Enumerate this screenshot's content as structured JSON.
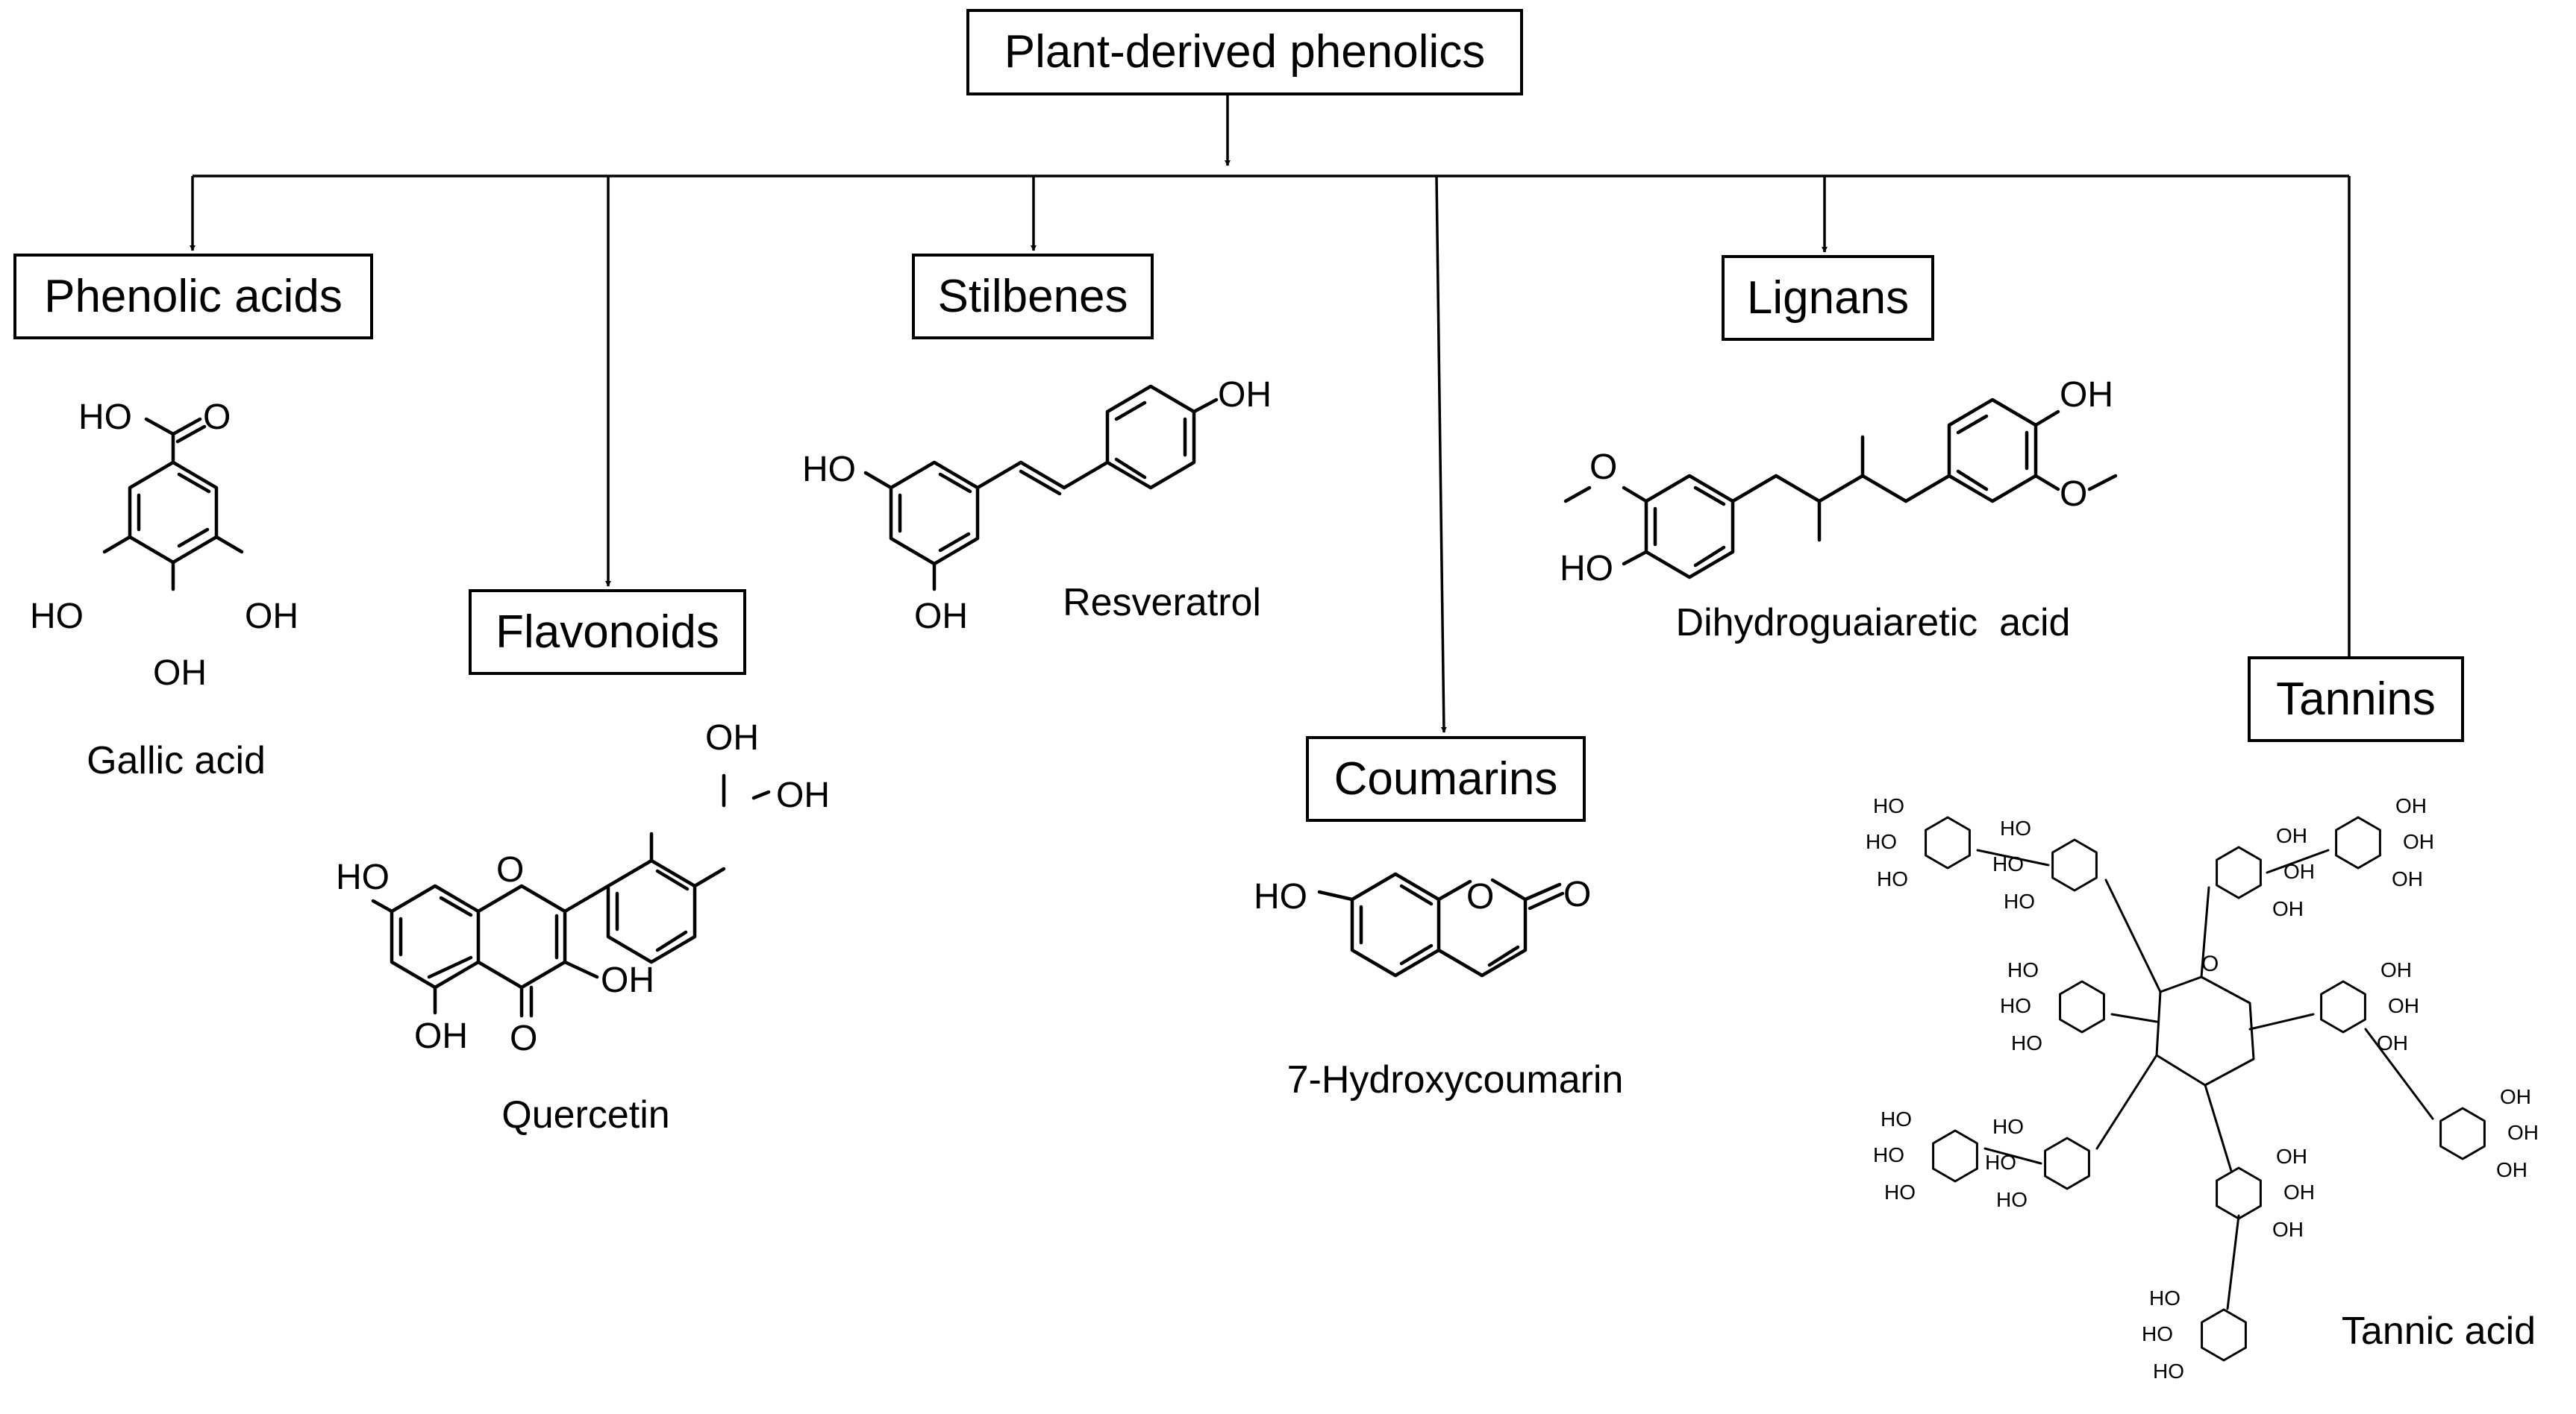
{
  "root": {
    "label": "Plant-derived phenolics"
  },
  "classes": [
    {
      "label": "Phenolic acids",
      "compound": "Gallic acid"
    },
    {
      "label": "Flavonoids",
      "compound": "Quercetin"
    },
    {
      "label": "Stilbenes",
      "compound": "Resveratrol"
    },
    {
      "label": "Coumarins",
      "compound": "7-Hydroxycoumarin"
    },
    {
      "label": "Lignans",
      "compound": "Dihydroguaiaretic  acid"
    },
    {
      "label": "Tannins",
      "compound": "Tannic acid"
    }
  ],
  "atoms": {
    "oh": "OH",
    "ho": "HO",
    "o": "O"
  }
}
